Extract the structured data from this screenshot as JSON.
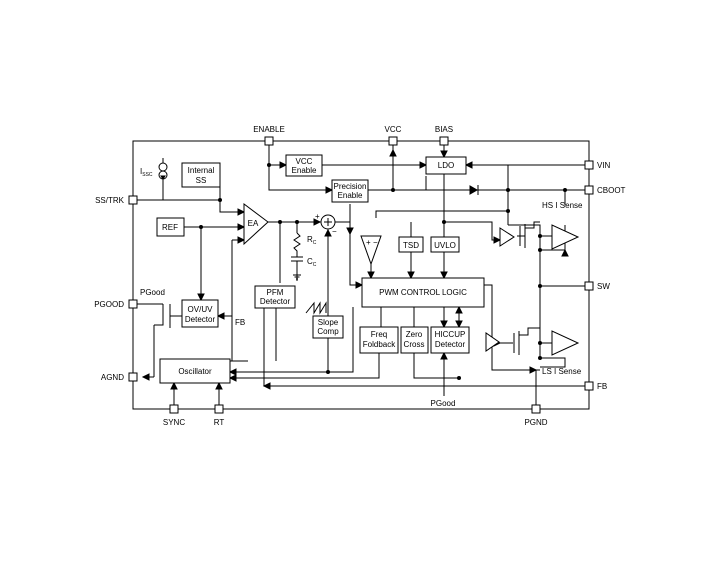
{
  "pins": {
    "enable": "ENABLE",
    "vcc": "VCC",
    "bias": "BIAS",
    "vin": "VIN",
    "cboot": "CBOOT",
    "sw": "SW",
    "fb_right": "FB",
    "ss_trk": "SS/TRK",
    "pgood": "PGOOD",
    "agnd": "AGND",
    "sync": "SYNC",
    "rt": "RT",
    "pgnd": "PGND"
  },
  "blocks": {
    "internal_ss": [
      "Internal",
      "SS"
    ],
    "ref": "REF",
    "ea": "EA",
    "vcc_enable": [
      "VCC",
      "Enable"
    ],
    "precision_enable": [
      "Precision",
      "Enable"
    ],
    "ldo": "LDO",
    "tsd": "TSD",
    "uvlo": "UVLO",
    "pwm_control_logic": "PWM CONTROL LOGIC",
    "ovuv_detector": [
      "OV/UV",
      "Detector"
    ],
    "pfm_detector": [
      "PFM",
      "Detector"
    ],
    "slope_comp": [
      "Slope",
      "Comp"
    ],
    "freq_foldback": [
      "Freq",
      "Foldback"
    ],
    "zero_cross": [
      "Zero",
      "Cross"
    ],
    "hiccup_detector": [
      "HICCUP",
      "Detector"
    ],
    "oscillator": "Oscillator"
  },
  "labels": {
    "issc_main": "I",
    "issc_sub": "SSC",
    "rc_main": "R",
    "rc_sub": "C",
    "cc_main": "C",
    "cc_sub": "C",
    "hs_i_sense": "HS I Sense",
    "ls_i_sense": "LS I Sense",
    "pgood_internal": "PGood",
    "fb_internal": "FB",
    "pgood_bottom": "PGood",
    "plus": "+",
    "minus": "−",
    "cmp_plus": "+",
    "cmp_minus": "−"
  }
}
